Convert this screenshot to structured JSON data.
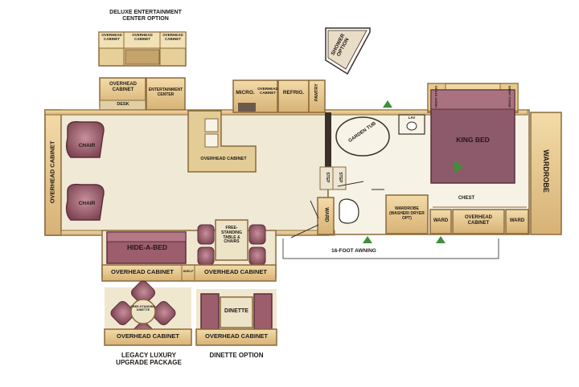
{
  "options": {
    "deluxe_entertainment": "DELUXE ENTERTAINMENT\nCENTER OPTION",
    "deluxe_sections": [
      "OVERHEAD CABINET",
      "OVERHEAD CABINET",
      "OVERHEAD CABINET"
    ],
    "shower_option": "SHOWER OPTION",
    "legacy_package": "LEGACY LUXURY\nUPGRADE PACKAGE",
    "legacy_table_text": "FREE-STANDING DINETTE",
    "dinette_option": "DINETTE OPTION",
    "dinette_label": "DINETTE"
  },
  "rooms": {
    "overhead_cabinet_left": "OVERHEAD CABINET",
    "overhead_cabinet_desk": "OVERHEAD CABINET",
    "desk": "DESK",
    "entertainment_center": "ENTERTAINMENT CENTER",
    "micro": "MICRO.",
    "overhead_cabinet_kitchen": "OVERHEAD CABINET",
    "refrig": "REFRIG.",
    "pantry": "PANTRY",
    "overhead_cabinet_island": "OVERHEAD CABINET",
    "chair": "CHAIR",
    "hide_a_bed": "HIDE-A-BED",
    "shelf": "SHELF",
    "free_standing": "FREE-STANDING TABLE & CHAIRS",
    "overhead_cabinet_slide_1": "OVERHEAD CABINET",
    "overhead_cabinet_slide_2": "OVERHEAD CABINET",
    "garden_tub": "GARDEN TUB",
    "lav": "LAV",
    "step": "STEP",
    "ward": "WARD",
    "washer_dryer": "WARDROBE (WASHER/ DRYER OPT)",
    "chest": "CHEST",
    "overhead_cabinet_bed": "OVERHEAD CABINET",
    "king_bed": "KING BED",
    "wardrobe": "WARDROBE",
    "awning": "16-FOOT AWNING",
    "legacy_cabinet": "OVERHEAD CABINET",
    "dinette_cabinet": "OVERHEAD CABINET",
    "nightstand": "NIGHT STAND"
  },
  "colors": {
    "wall": "#e8c98a",
    "wall_edge": "#8a6a3c",
    "floor": "#efe9d6",
    "furniture": "#8a4e5c",
    "furniture_light": "#c48b93",
    "bed": "#8c5a6a",
    "awning_marker": "#3f8f3a"
  }
}
